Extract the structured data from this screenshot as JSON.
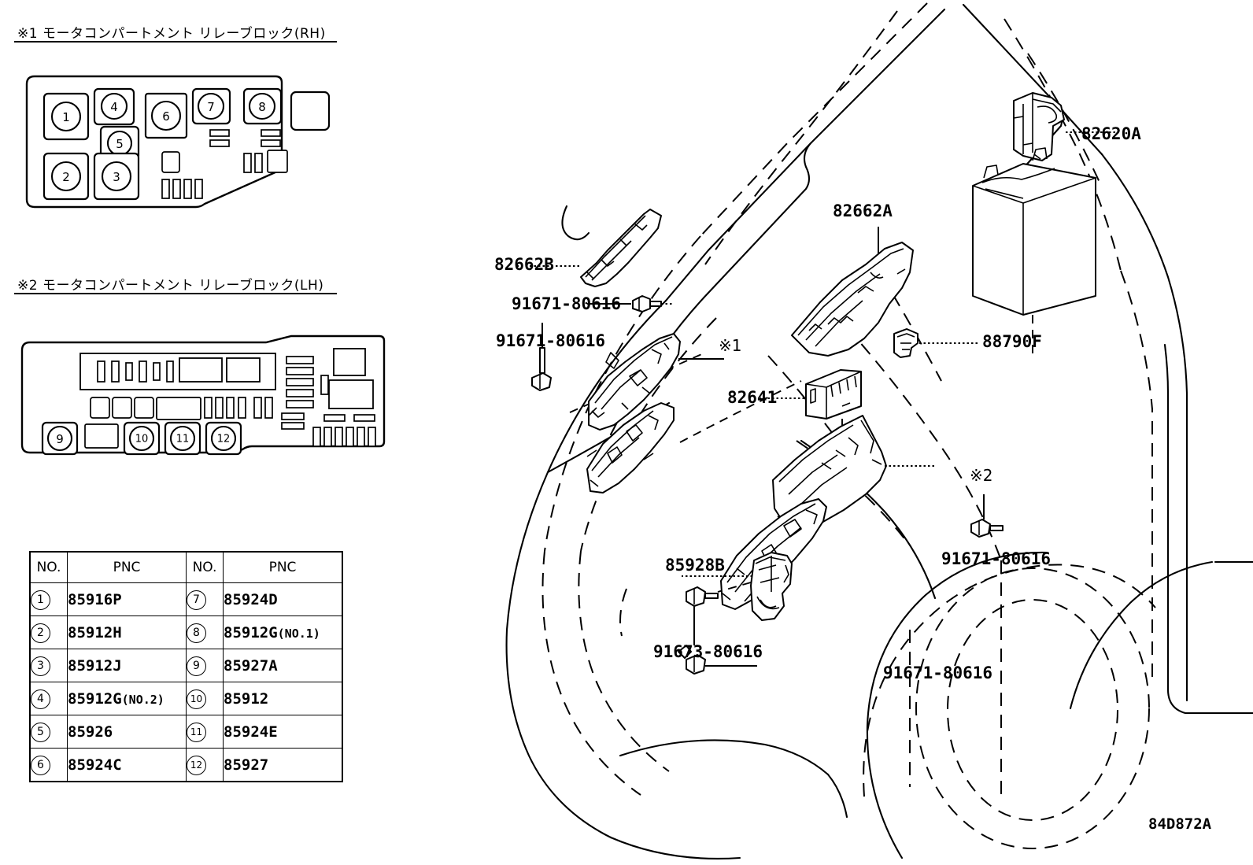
{
  "diagram": {
    "id": "84D872A",
    "type": "automotive-parts-exploded-diagram"
  },
  "panels": [
    {
      "ref": "※1",
      "title": "※1 モータコンパートメント リレーブロック(RH)",
      "side": "RH",
      "numbered_positions": [
        "1",
        "2",
        "3",
        "4",
        "5",
        "6",
        "7",
        "8"
      ]
    },
    {
      "ref": "※2",
      "title": "※2 モータコンパートメント リレーブロック(LH)",
      "side": "LH",
      "numbered_positions": [
        "9",
        "10",
        "11",
        "12"
      ]
    }
  ],
  "pnc_table": {
    "headers": [
      "NO.",
      "PNC",
      "NO.",
      "PNC"
    ],
    "rows": [
      {
        "no_l": "1",
        "pnc_l": "85916P",
        "pnc_l_sub": "",
        "no_r": "7",
        "pnc_r": "85924D",
        "pnc_r_sub": ""
      },
      {
        "no_l": "2",
        "pnc_l": "85912H",
        "pnc_l_sub": "",
        "no_r": "8",
        "pnc_r": "85912G",
        "pnc_r_sub": "(NO.1)"
      },
      {
        "no_l": "3",
        "pnc_l": "85912J",
        "pnc_l_sub": "",
        "no_r": "9",
        "pnc_r": "85927A",
        "pnc_r_sub": ""
      },
      {
        "no_l": "4",
        "pnc_l": "85912G",
        "pnc_l_sub": "(NO.2)",
        "no_r": "10",
        "pnc_r": "85912",
        "pnc_r_sub": ""
      },
      {
        "no_l": "5",
        "pnc_l": "85926",
        "pnc_l_sub": "",
        "no_r": "11",
        "pnc_r": "85924E",
        "pnc_r_sub": ""
      },
      {
        "no_l": "6",
        "pnc_l": "85924C",
        "pnc_l_sub": "",
        "no_r": "12",
        "pnc_r": "85927",
        "pnc_r_sub": ""
      }
    ]
  },
  "callouts": {
    "c_82620A": "82620A",
    "c_82662A": "82662A",
    "c_82662B": "82662B",
    "c_88790F": "88790F",
    "c_82641": "82641",
    "c_85928B": "85928B",
    "c_91671_top": "91671-80616",
    "c_91671_left": "91671-80616",
    "c_91671_right": "91671-80616",
    "c_91671_bot": "91671-80616",
    "c_91673": "91673-80616",
    "ref1": "※1",
    "ref2": "※2"
  }
}
